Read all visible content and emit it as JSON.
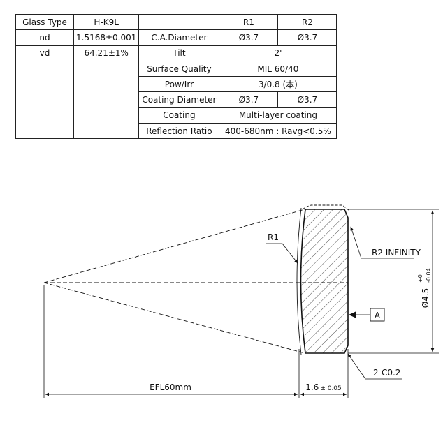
{
  "table": {
    "glass_type_label": "Glass Type",
    "glass_type_value": "H-K9L",
    "r1_header": "R1",
    "r2_header": "R2",
    "nd_label": "nd",
    "nd_value": "1.5168±0.001",
    "vd_label": "vd",
    "vd_value": "64.21±1%",
    "ca_diameter_label": "C.A.Diameter",
    "ca_diameter_r1": "Ø3.7",
    "ca_diameter_r2": "Ø3.7",
    "tilt_label": "Tilt",
    "tilt_value": "2'",
    "surface_quality_label": "Surface Quality",
    "surface_quality_value": "MIL 60/40",
    "pow_irr_label": "Pow/Irr",
    "pow_irr_value": "3/0.8 (本)",
    "coating_diameter_label": "Coating Diameter",
    "coating_diameter_r1": "Ø3.7",
    "coating_diameter_r2": "Ø3.7",
    "coating_label": "Coating",
    "coating_value": "Multi-layer coating",
    "reflection_ratio_label": "Reflection Ratio",
    "reflection_ratio_value": "400-680nm : Ravg<0.5%"
  },
  "drawing": {
    "r1_label": "R1",
    "r2_label": "R2 INFINITY",
    "datum_label": "A",
    "chamfer_label": "2-C0.2",
    "efl_label": "EFL60mm",
    "thickness_nominal": "1.6",
    "thickness_tol": "± 0.05",
    "diameter_nominal": "Ø4.5",
    "diameter_tol_upper": "+0",
    "diameter_tol_lower": "-0.04"
  }
}
